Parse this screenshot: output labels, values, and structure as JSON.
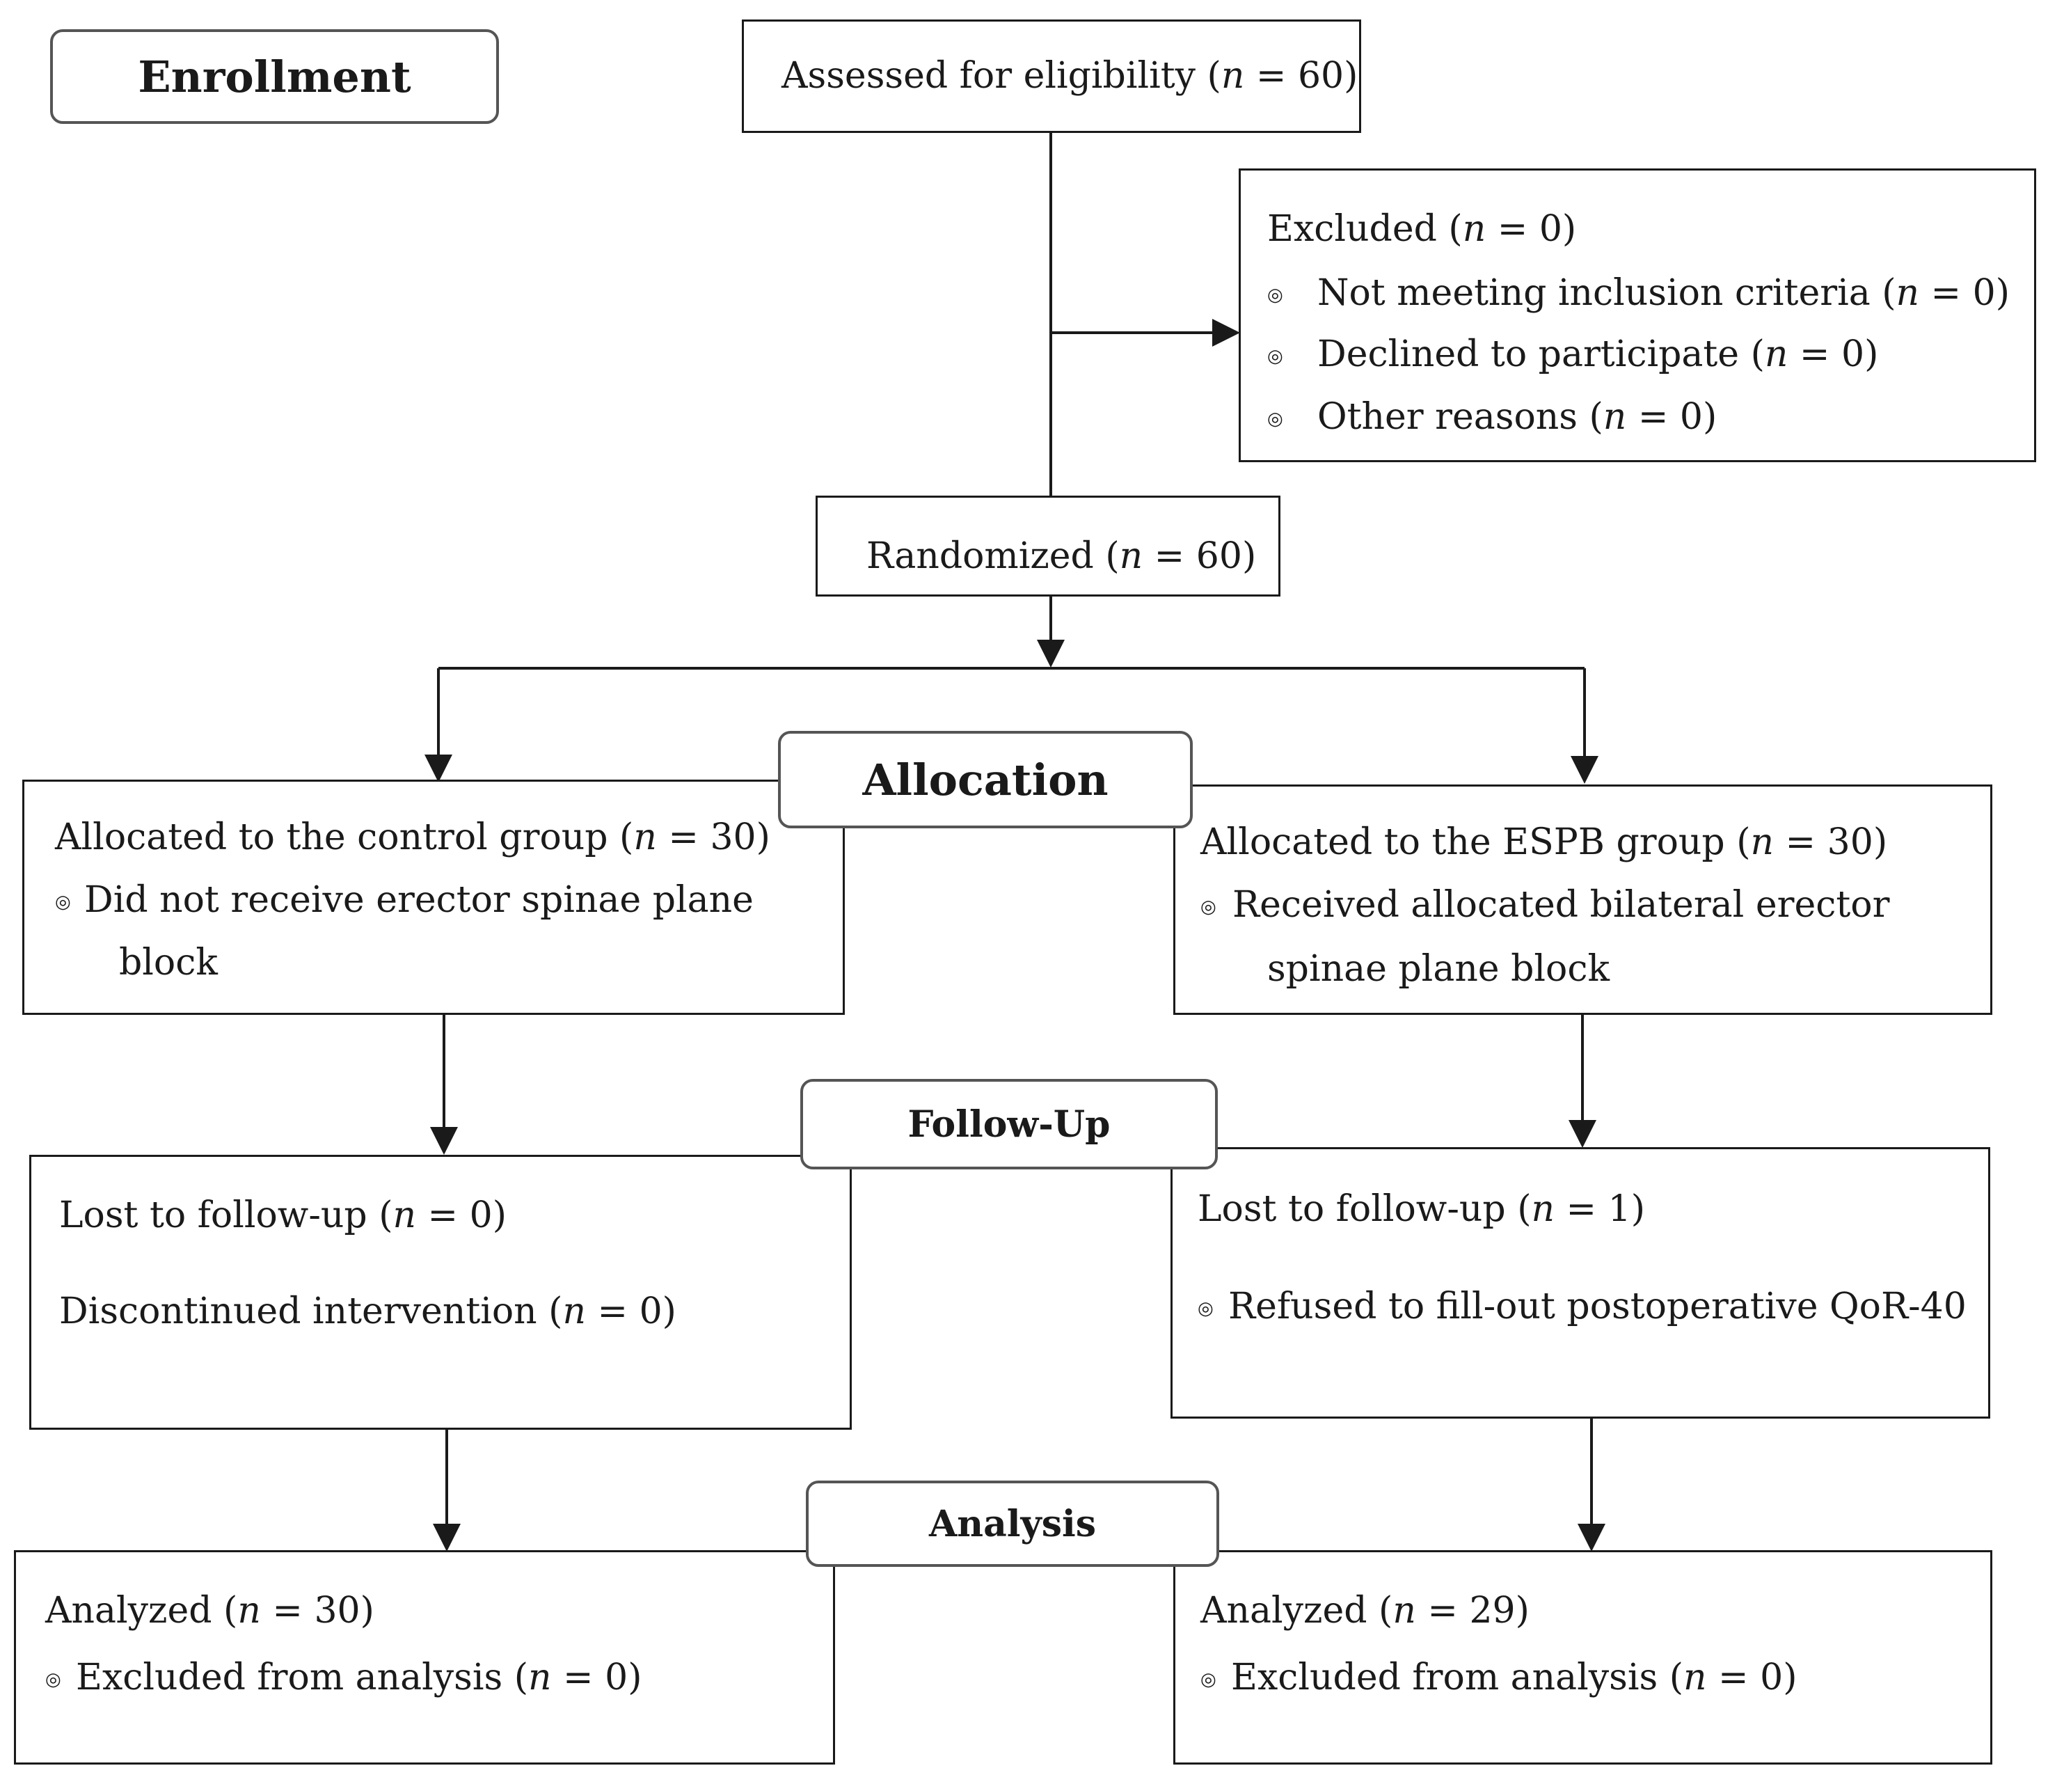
{
  "stages": {
    "enrollment": "Enrollment",
    "allocation": "Allocation",
    "follow_up": "Follow-Up",
    "analysis": "Analysis"
  },
  "assessed": {
    "label": "Assessed for eligibility (",
    "n_symbol": "n",
    "value": " = 60)"
  },
  "excluded": {
    "title_label": "Excluded (",
    "title_value": " = 0)",
    "items": [
      {
        "label": "Not meeting inclusion criteria (",
        "value": " = 0)"
      },
      {
        "label": "Declined to participate (",
        "value": " = 0)"
      },
      {
        "label": "Other reasons (",
        "value": " = 0)"
      }
    ]
  },
  "randomized": {
    "label": "Randomized (",
    "value": " = 60)"
  },
  "control": {
    "allocated_label": "Allocated to the control group (",
    "allocated_value": " = 30)",
    "note_line1": "Did not receive erector spinae plane",
    "note_line2": "block",
    "lost_label": "Lost to follow-up (",
    "lost_value": " = 0)",
    "discontinued_label": "Discontinued intervention (",
    "discontinued_value": " = 0)",
    "analyzed_label": "Analyzed (",
    "analyzed_value": " = 30)",
    "excluded_label": "Excluded from analysis (",
    "excluded_value": " = 0)"
  },
  "espb": {
    "allocated_label": "Allocated to the ESPB group (",
    "allocated_value": " = 30)",
    "note_line1": "Received allocated bilateral erector",
    "note_line2": "spinae plane block",
    "lost_label": "Lost to follow-up (",
    "lost_value": " = 1)",
    "refused": "Refused to fill-out postoperative QoR-40",
    "analyzed_label": "Analyzed (",
    "analyzed_value": " = 29)",
    "excluded_label": "Excluded from analysis (",
    "excluded_value": " = 0)"
  },
  "icons": {
    "bullet": "bullet-icon",
    "arrow": "arrow-head-icon"
  },
  "colors": {
    "line": "#1a1a1a",
    "stage_border": "#555555"
  }
}
